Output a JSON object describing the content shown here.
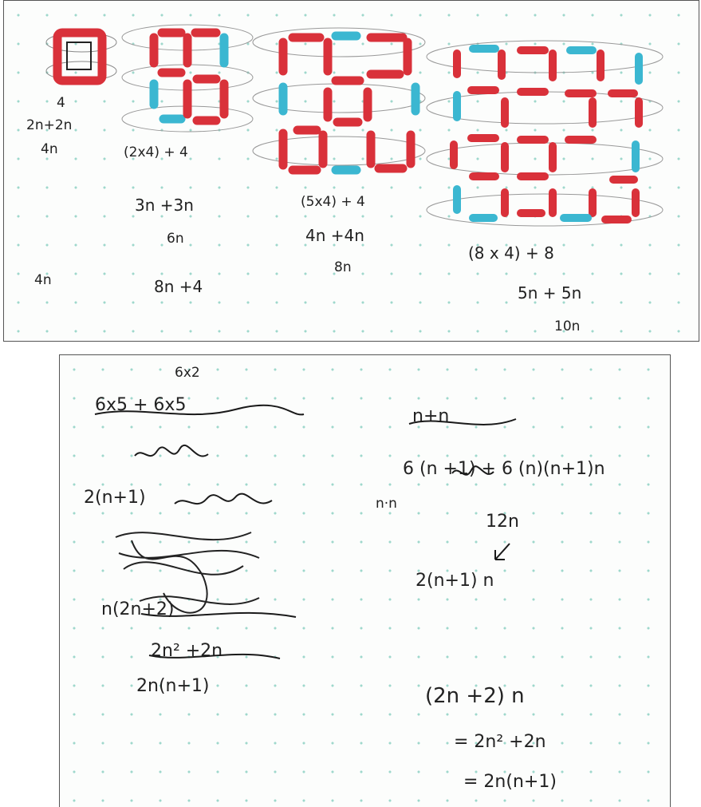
{
  "top_panel": {
    "pattern1": {
      "count": "4",
      "expr": "2n+2n",
      "simplified": "4n",
      "result": "4n"
    },
    "pattern2": {
      "breakdown": "(2x4) + 4",
      "expr": "3n +3n",
      "simplified": "6n",
      "result": "8n +4"
    },
    "pattern3": {
      "breakdown": "(5x4) + 4",
      "expr": "4n +4n",
      "simplified": "8n"
    },
    "pattern4": {
      "breakdown": "(8 x 4) + 8",
      "expr": "5n + 5n",
      "simplified": "10n"
    }
  },
  "bottom_panel": {
    "left": {
      "top_note": "6x2",
      "crossed_line": "6x5 + 6x5",
      "line2": "2(n+1)",
      "line3": "n(2n+2)",
      "line4": "2n² +2n",
      "final": "2n(n+1)"
    },
    "right": {
      "crossed_top": "n+n",
      "line1": "6 (n +1) + 6 (n)(n+1)n",
      "side_note": "n·n",
      "line2": "12n",
      "line3": "2(n+1) n",
      "eq1": "(2n +2) n",
      "eq2": "= 2n² +2n",
      "eq3": "= 2n(n+1)"
    }
  },
  "colors": {
    "red": "#d9313a",
    "blue": "#3bb7d1",
    "ink": "#1a1a1a",
    "dots": "#9ed8cc"
  }
}
